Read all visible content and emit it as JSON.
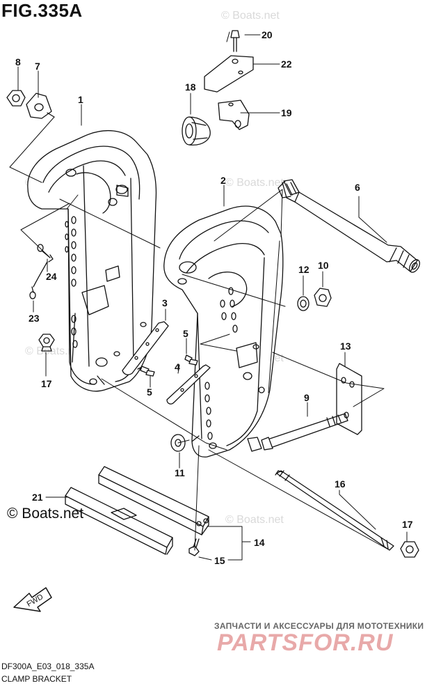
{
  "figure_id": "FIG.335A",
  "drawing_code": "DF300A_E03_018_335A",
  "caption": "CLAMP BRACKET",
  "copyright": "© Boats.net",
  "watermark": "© Boats.net",
  "ad_tagline": "ЗАПЧАСТИ И АКСЕССУАРЫ ДЛЯ МОТОТЕХНИКИ",
  "ad_brand": "PARTSFOR.RU",
  "fwd_label": "FWD",
  "callouts": {
    "c1": "1",
    "c2": "2",
    "c3": "3",
    "c4": "4",
    "c5a": "5",
    "c5b": "5",
    "c6": "6",
    "c7": "7",
    "c8": "8",
    "c9": "9",
    "c10": "10",
    "c11": "11",
    "c12": "12",
    "c13": "13",
    "c14": "14",
    "c15": "15",
    "c16": "16",
    "c17a": "17",
    "c17b": "17",
    "c18": "18",
    "c19": "19",
    "c20": "20",
    "c21": "21",
    "c22": "22",
    "c23": "23",
    "c24": "24"
  },
  "colors": {
    "line": "#111111",
    "watermark": "#d9d9d9",
    "ad_brand": "#e8a9a9",
    "ad_tagline": "#666666"
  }
}
